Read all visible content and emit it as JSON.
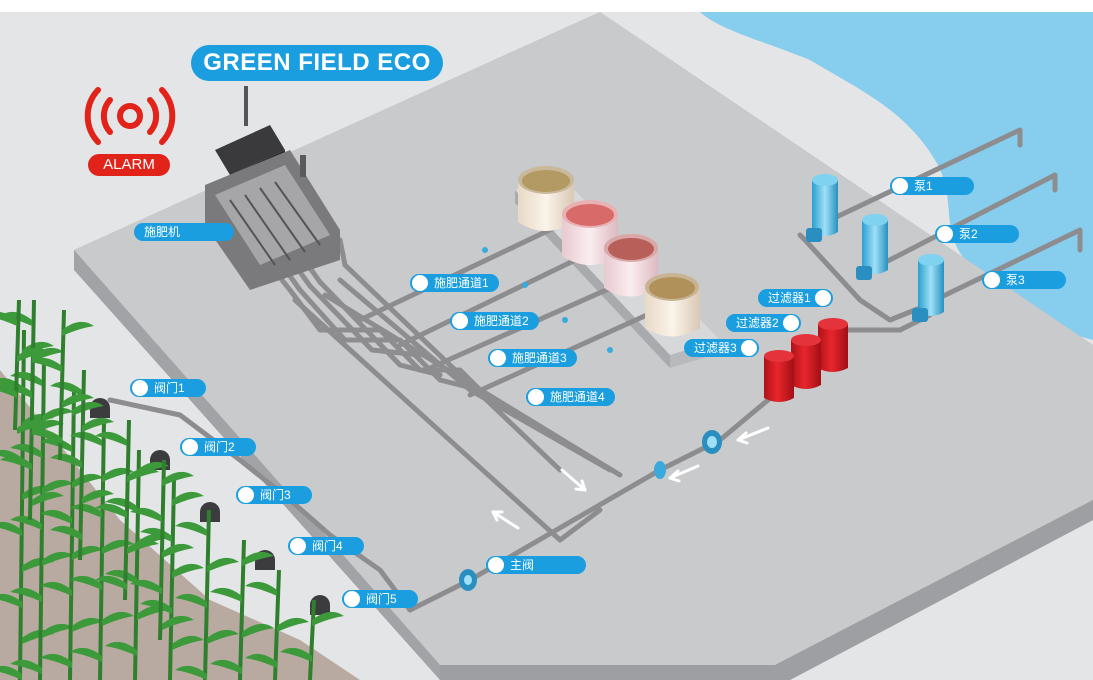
{
  "brand": {
    "title": "GREEN FIELD ECO"
  },
  "alarm": {
    "label": "ALARM",
    "color": "#e2231a",
    "icon": "broadcast-alarm-icon"
  },
  "colors": {
    "accent": "#1a9ee0",
    "water": "#87cdee",
    "platform": "#c7c8ca",
    "pipe": "#9c9c9c",
    "filter": "#d71920",
    "crop": "#3c9a3a",
    "soil": "#b8aaa0"
  },
  "machine": {
    "label": "施肥机"
  },
  "channels": [
    {
      "label": "施肥通道1"
    },
    {
      "label": "施肥通道2"
    },
    {
      "label": "施肥通道3"
    },
    {
      "label": "施肥通道4"
    }
  ],
  "tanks": [
    {
      "liquid_color": "#b39a63"
    },
    {
      "liquid_color": "#d96a6a"
    },
    {
      "liquid_color": "#b85f5a"
    },
    {
      "liquid_color": "#b0915a"
    }
  ],
  "filters": [
    {
      "label": "过滤器1"
    },
    {
      "label": "过滤器2"
    },
    {
      "label": "过滤器3"
    }
  ],
  "pumps": [
    {
      "label": "泵1"
    },
    {
      "label": "泵2"
    },
    {
      "label": "泵3"
    }
  ],
  "main_valve": {
    "label": "主阀"
  },
  "valves": [
    {
      "label": "阀门1"
    },
    {
      "label": "阀门2"
    },
    {
      "label": "阀门3"
    },
    {
      "label": "阀门4"
    },
    {
      "label": "阀门5"
    }
  ]
}
